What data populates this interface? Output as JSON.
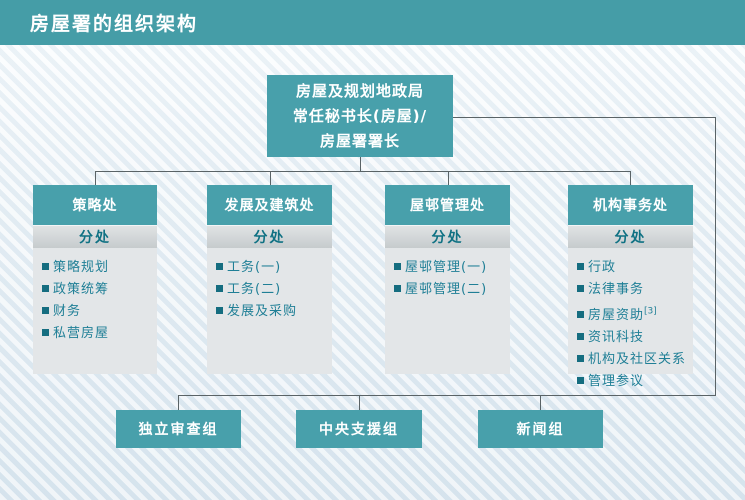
{
  "header": {
    "title": "房屋署的组织架构"
  },
  "colors": {
    "teal-bar": "#459da7",
    "teal-box": "#48a0ab",
    "panel-bg": "#e3e6e8",
    "sub-text": "#0f7183",
    "item-text": "#1f7f96",
    "bullet": "#156d80",
    "line": "#5a6366"
  },
  "top_box": {
    "lines": [
      "房屋及规划地政局",
      "常任秘书长(房屋)/",
      "房屋署署长"
    ]
  },
  "branches": [
    {
      "title": "策略处",
      "subtitle": "分处",
      "items": [
        "策略规划",
        "政策统筹",
        "财务",
        "私营房屋"
      ]
    },
    {
      "title": "发展及建筑处",
      "subtitle": "分处",
      "items": [
        "工务(一)",
        "工务(二)",
        "发展及采购"
      ]
    },
    {
      "title": "屋邨管理处",
      "subtitle": "分处",
      "items": [
        "屋邨管理(一)",
        "屋邨管理(二)"
      ]
    },
    {
      "title": "机构事务处",
      "subtitle": "分处",
      "items": [
        "行政",
        "法律事务",
        "房屋资助[3]",
        "资讯科技",
        "机构及社区关系",
        "管理参议"
      ]
    }
  ],
  "bottom_units": [
    {
      "label": "独立审查组"
    },
    {
      "label": "中央支援组"
    },
    {
      "label": "新闻组"
    }
  ]
}
